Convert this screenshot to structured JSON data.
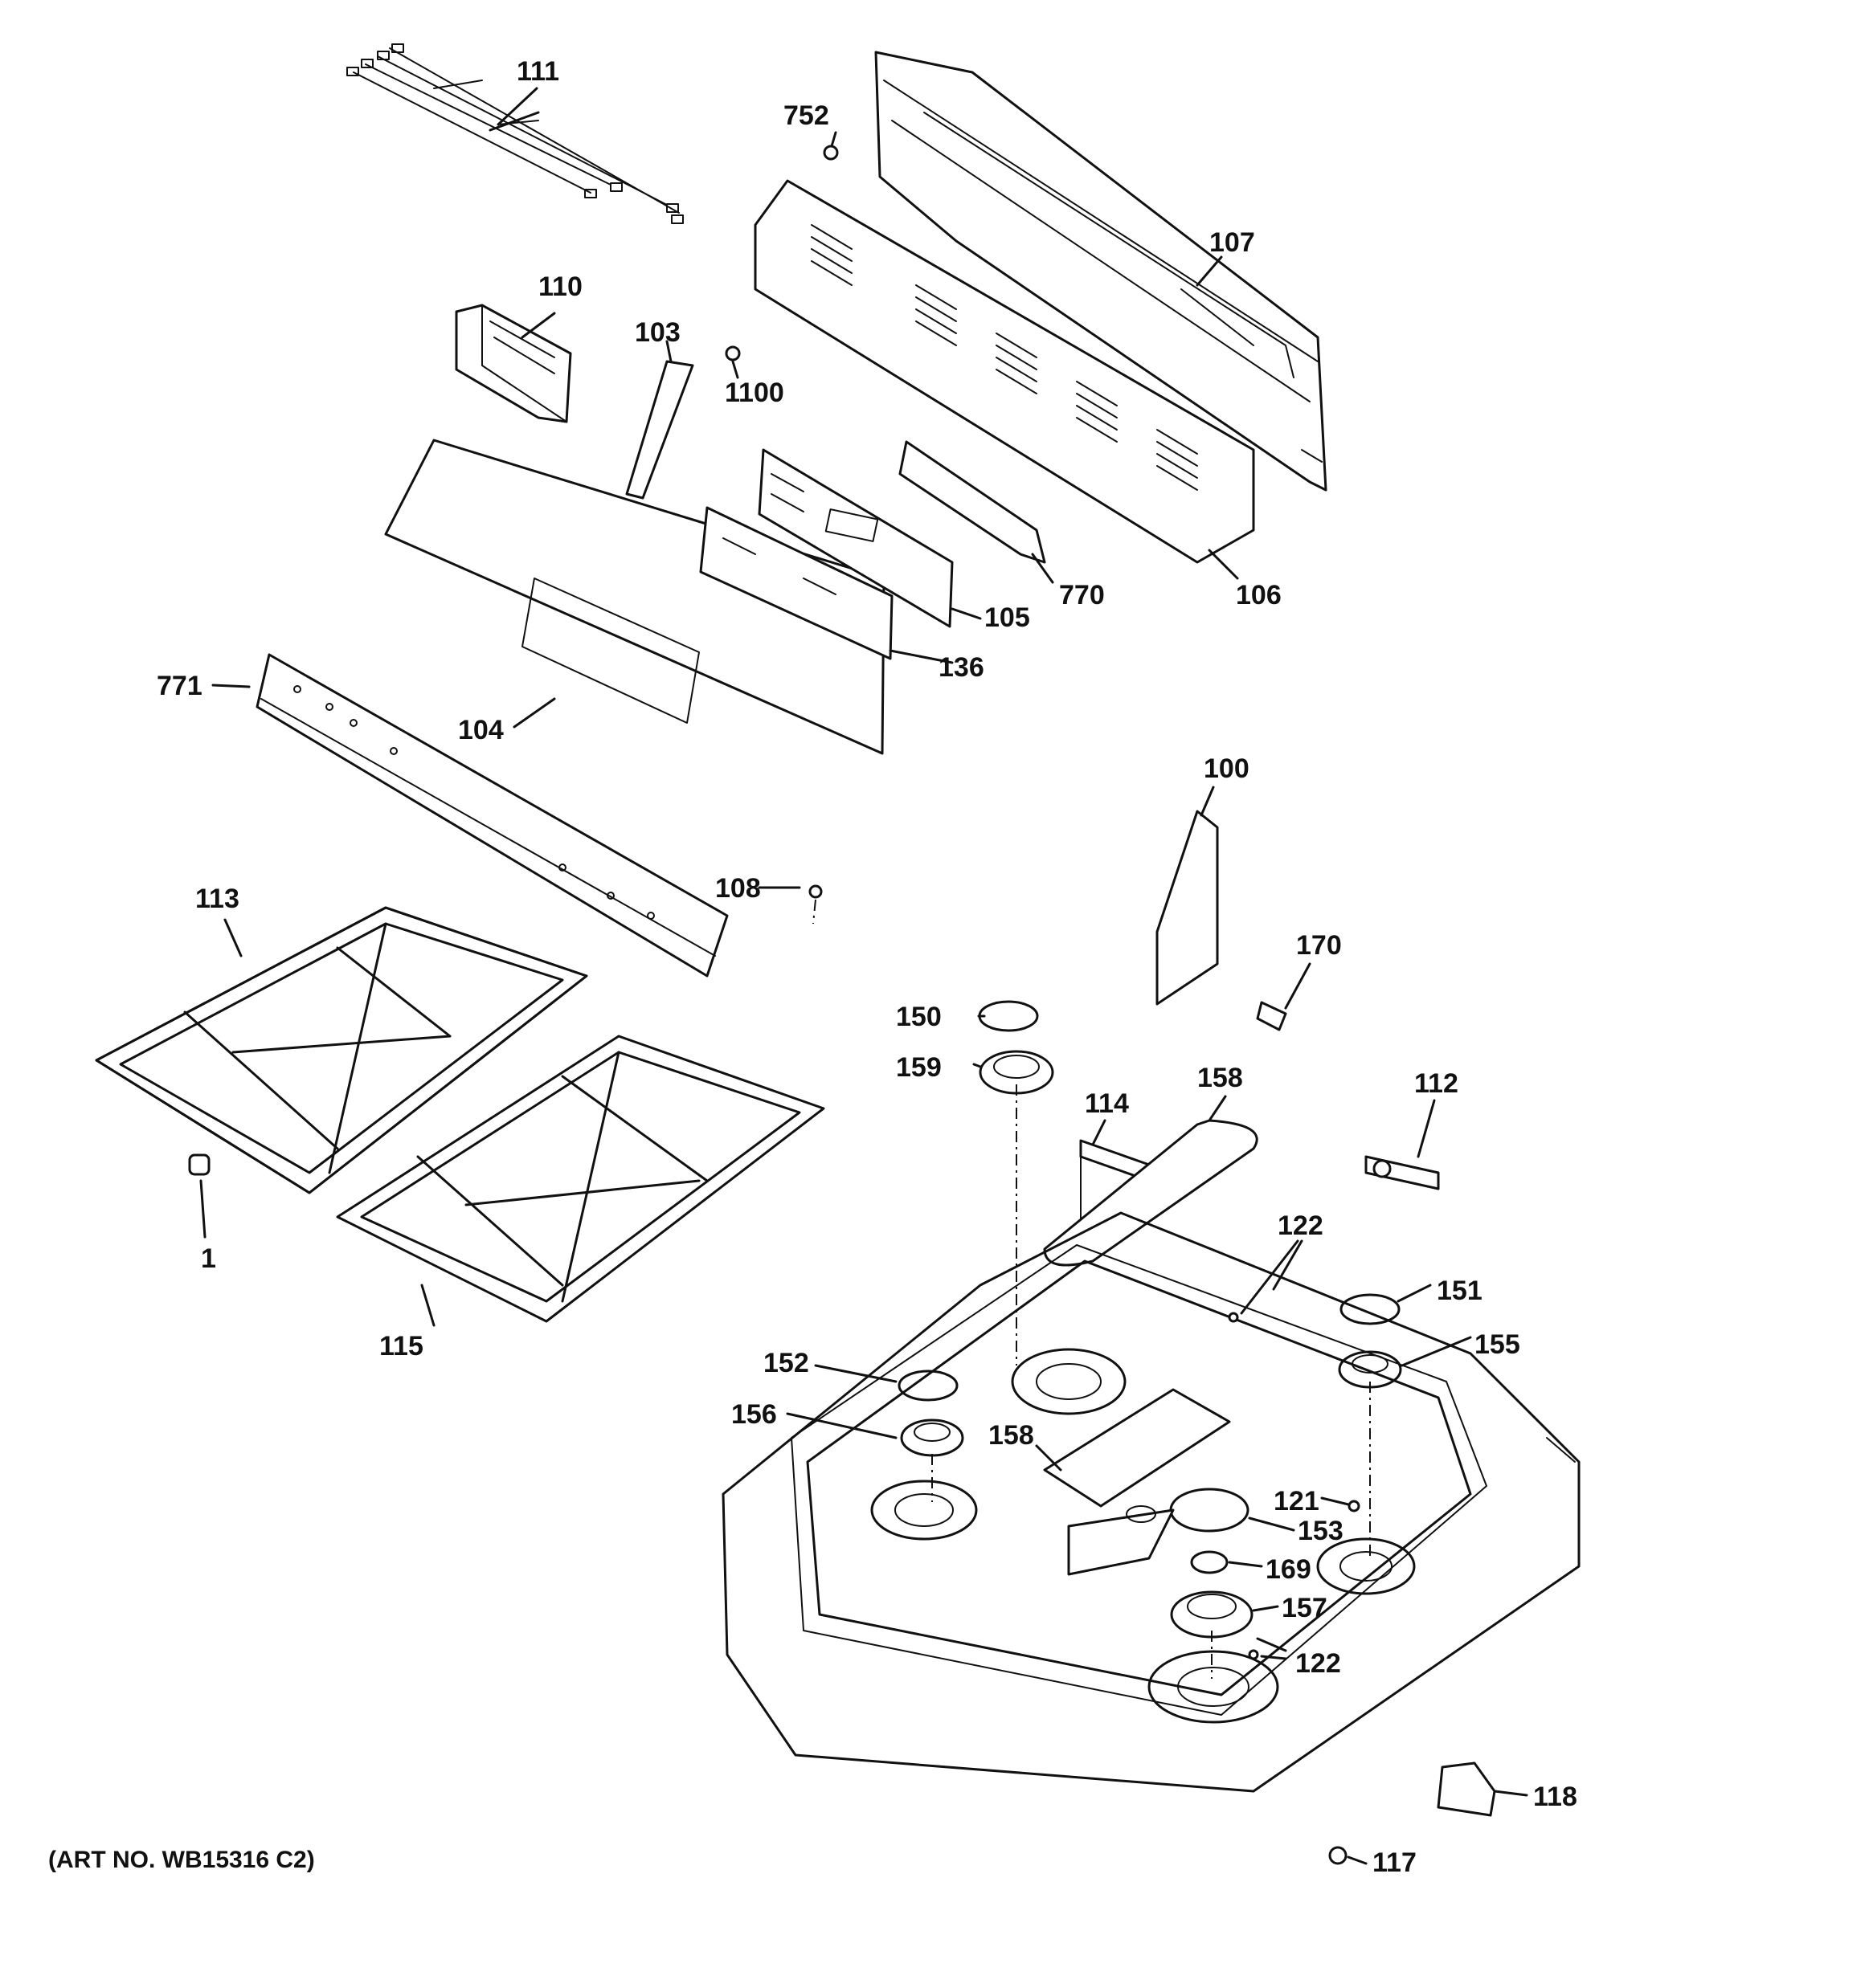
{
  "caption": "(ART NO. WB15316 C2)",
  "labels": [
    "111",
    "752",
    "107",
    "110",
    "103",
    "1100",
    "105",
    "770",
    "106",
    "136",
    "771",
    "104",
    "100",
    "108",
    "170",
    "113",
    "150",
    "159",
    "158",
    "114",
    "112",
    "1",
    "122",
    "151",
    "115",
    "152",
    "155",
    "156",
    "121",
    "153",
    "169",
    "157",
    "118",
    "117"
  ]
}
